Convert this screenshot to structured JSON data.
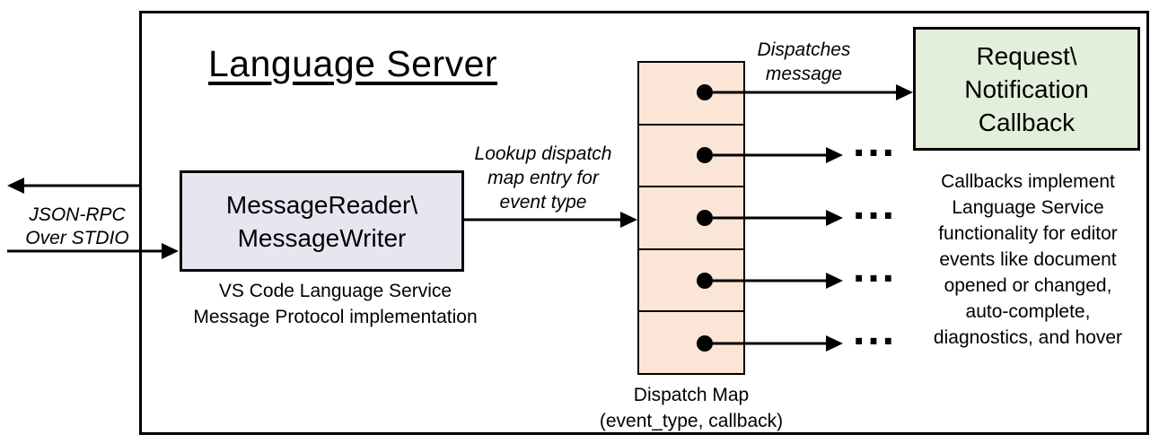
{
  "diagram": {
    "title": "Language Server",
    "stdio_label": [
      "JSON-RPC",
      "Over STDIO"
    ],
    "reader_box": [
      "MessageReader\\",
      "MessageWriter"
    ],
    "reader_caption": [
      "VS Code Language Service",
      "Message Protocol implementation"
    ],
    "lookup_label": [
      "Lookup dispatch",
      "map entry for",
      "event type"
    ],
    "dispatches_label": [
      "Dispatches",
      "message"
    ],
    "callback_box": [
      "Request\\",
      "Notification",
      "Callback"
    ],
    "callback_note": [
      "Callbacks implement",
      "Language Service",
      "functionality for editor",
      "events like document",
      "opened or changed,",
      "auto-complete,",
      "diagnostics, and hover"
    ],
    "dispatch_caption": [
      "Dispatch Map",
      "(event_type, callback)"
    ],
    "ellipsis": "...",
    "colors": {
      "reader_fill": "#e7e6f0",
      "map_fill": "#fbe5d6",
      "callback_fill": "#e2efda",
      "stroke": "#000000"
    }
  }
}
